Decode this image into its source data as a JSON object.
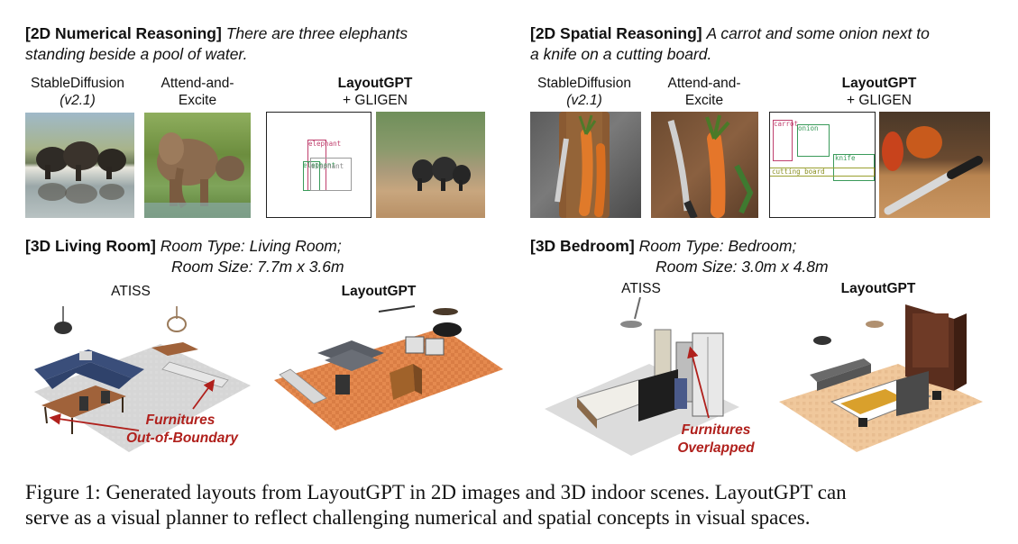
{
  "panels": {
    "numerical": {
      "tag": "[2D Numerical Reasoning]",
      "prompt_line1": "There are three elephants",
      "prompt_line2": "standing beside a pool of water."
    },
    "spatial": {
      "tag": "[2D Spatial Reasoning]",
      "prompt_line1": "A carrot and some onion next to",
      "prompt_line2": "a knife on a cutting board."
    },
    "living": {
      "tag": "[3D Living Room]",
      "line1": "Room Type: Living Room;",
      "line2": "Room Size: 7.7m x 3.6m"
    },
    "bedroom": {
      "tag": "[3D Bedroom]",
      "line1": "Room Type: Bedroom;",
      "line2": "Room Size: 3.0m x 4.8m"
    }
  },
  "method_labels": {
    "stable_diffusion": "StableDiffusion",
    "sd_version": "(v2.1)",
    "attend_line1": "Attend-and-",
    "attend_line2": "Excite",
    "layoutgpt": "LayoutGPT",
    "gligen": "+ GLIGEN",
    "atiss": "ATISS"
  },
  "layout_boxes": {
    "elephant_label": "elephant",
    "carrot_label": "carrot",
    "onion_label": "onion",
    "knife_label": "knife",
    "cutting_board_label": "cutting board"
  },
  "annotations": {
    "living_line1": "Furnitures",
    "living_line2": "Out-of-Boundary",
    "bedroom_line1": "Furnitures",
    "bedroom_line2": "Overlapped"
  },
  "caption": {
    "line1": "Figure 1: Generated layouts from LayoutGPT in 2D images and 3D indoor scenes. LayoutGPT can",
    "line2": "serve as a visual planner to reflect challenging numerical and spatial concepts in visual spaces."
  },
  "colors": {
    "annotation_red": "#b0201c",
    "elephant_box": "#c0406e",
    "carrot_box": "#c0406e",
    "onion_box": "#3a9a5a",
    "knife_box": "#3a9a5a",
    "cutting_board_box": "#9aa030",
    "floor_orange": "#e58a4f",
    "floor_gray": "#d8d8d8"
  }
}
